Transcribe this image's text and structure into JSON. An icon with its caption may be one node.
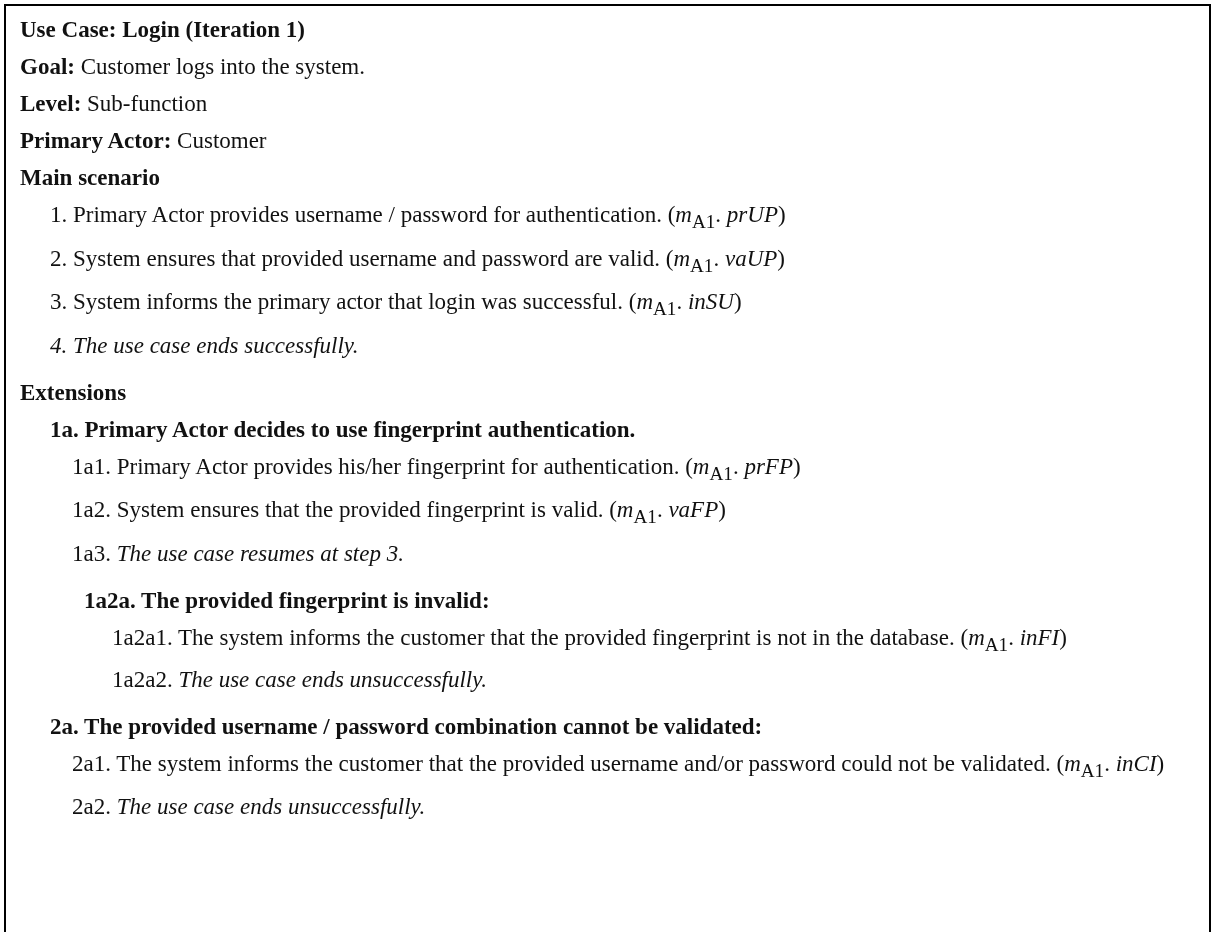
{
  "diagram": {
    "nodes": [
      {
        "text": [
          "Use Case: Login (Iteration 1)",
          "**Goal:** Customer logs into the system.",
          "**Level:** Sub-function",
          "**Primary Actor:** Customer",
          "Main scenario",
          "1. Primary Actor provides username / password for authentication. (*m*$_{A1}$. *prUP*)",
          "2. System ensures that provided username and password are valid. (*m*$_{A1}$. *vaUP*)",
          "3. System informs the primary actor that login was successful. (*m*$_{A1}$. *inSU*)",
          "4. The use case ends successfully.",
          "Extensions",
          "1a. Primary Actor decides to use fingerprint authentication.",
          "1a1. Primary Actor provides his/her fingerprint for authentication. (*m*$_{A1}$. *prFP*)",
          "1a2. System ensures that the provided fingerprint is valid. (*m*$_{A1}$. *vaFP*)",
          "1a3. *The use case resumes at step 3.*",
          "1a2a. The provided fingerprint is invalid:",
          "1a2a1. The system informs the customer that the provided fingerprint is not in the database. (*m*$_{A1}$. *inFI*)",
          "1a2a2. *The use case ends unsuccessfully.*",
          "2a. The provided username / password combination cannot be validated:",
          "2a1. The system informs the customer that the provided username and/or password could not be validated. (*m*$_{A1}$. *inCI*)",
          "2a2. *The use case ends unsuccessfully.*"
        ]
      }
    ]
  }
}
